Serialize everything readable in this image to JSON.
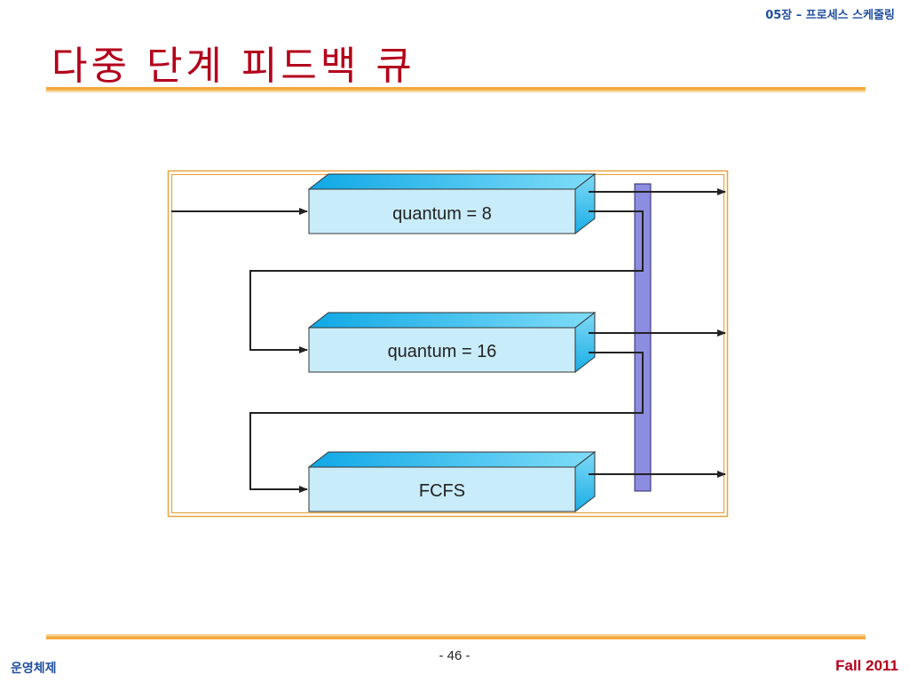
{
  "header": {
    "chapter": "05장 – 프로세스 스케줄링"
  },
  "slide": {
    "title": "다중 단계 피드백 큐"
  },
  "diagram": {
    "queues": [
      {
        "label": "quantum = 8"
      },
      {
        "label": "quantum = 16"
      },
      {
        "label": "FCFS"
      }
    ],
    "colors": {
      "frame": "#e8a33c",
      "queue_front": "#c8ecfa",
      "queue_top": "#3cc6f2",
      "queue_side": "#29b6ea",
      "bar": "#8c8ce0",
      "arrow": "#222222"
    }
  },
  "footer": {
    "page": "- 46 -",
    "left": "운영체제",
    "right": "Fall 2011"
  }
}
